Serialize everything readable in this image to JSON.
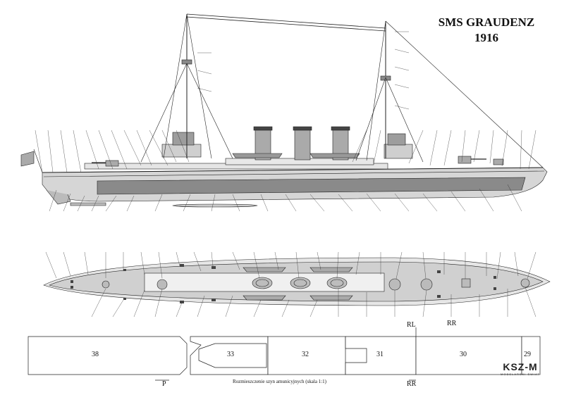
{
  "title": {
    "line1": "SMS GRAUDENZ",
    "line2": "1916"
  },
  "caption": "Rozmieszczenie szyn amunicyjnych (skala 1:1)",
  "labels": {
    "rl": "RL",
    "rr_upper": "RR",
    "rr_lower": "RR",
    "p": "P"
  },
  "panels": [
    {
      "id": "38",
      "label": "38"
    },
    {
      "id": "33",
      "label": "33"
    },
    {
      "id": "32",
      "label": "32"
    },
    {
      "id": "31",
      "label": "31"
    },
    {
      "id": "30",
      "label": "30"
    },
    {
      "id": "29",
      "label": "29"
    }
  ],
  "logo": {
    "text": "KSZ-M",
    "subtext": "MODELARSKI ŚWIAT"
  },
  "colors": {
    "hull_fill": "#d6d6d6",
    "stripe": "#8a8a8a",
    "deck": "#bdbdbd",
    "line": "#222222"
  }
}
